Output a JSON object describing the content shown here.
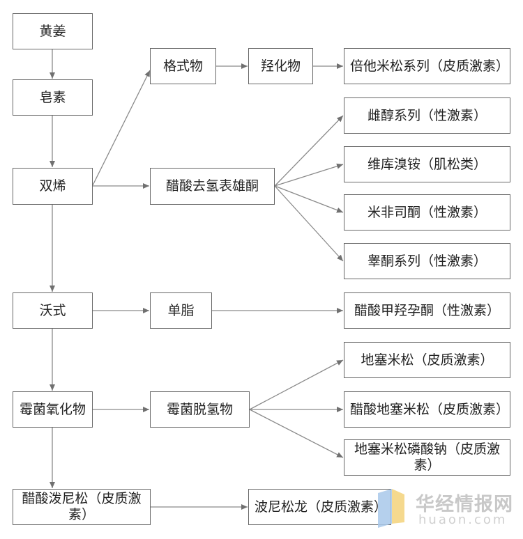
{
  "nodes": {
    "huangjiang": "黄姜",
    "zaosu": "皂素",
    "shuangxi": "双烯",
    "woshi": "沃式",
    "meijun_yanghua": "霉菌氧化物",
    "cusuan_poniusong": "醋酸泼尼松（皮质激素）",
    "geshi": "格式物",
    "qianghua": "羟化物",
    "beita": "倍他米松系列（皮质激素）",
    "cusuan_quqing": "醋酸去氢表雄酮",
    "cichun": "雌醇系列（性激素）",
    "weiku": "维库溴铵（肌松类）",
    "mifei": "米非司酮（性激素）",
    "gaotong": "睾酮系列（性激素）",
    "danzhi": "单脂",
    "cusuan_jiaqiang": "醋酸甲羟孕酮（性激素）",
    "meijun_tuoqing": "霉菌脱氢物",
    "disai": "地塞米松（皮质激素）",
    "cusuan_disai": "醋酸地塞米松（皮质激素）",
    "disai_linsuan": "地塞米松磷酸钠（皮质激素）",
    "ponisonglong": "波尼松龙（皮质激素）"
  },
  "watermark": {
    "title": "华经情报网",
    "subtitle": "huaon.com"
  }
}
